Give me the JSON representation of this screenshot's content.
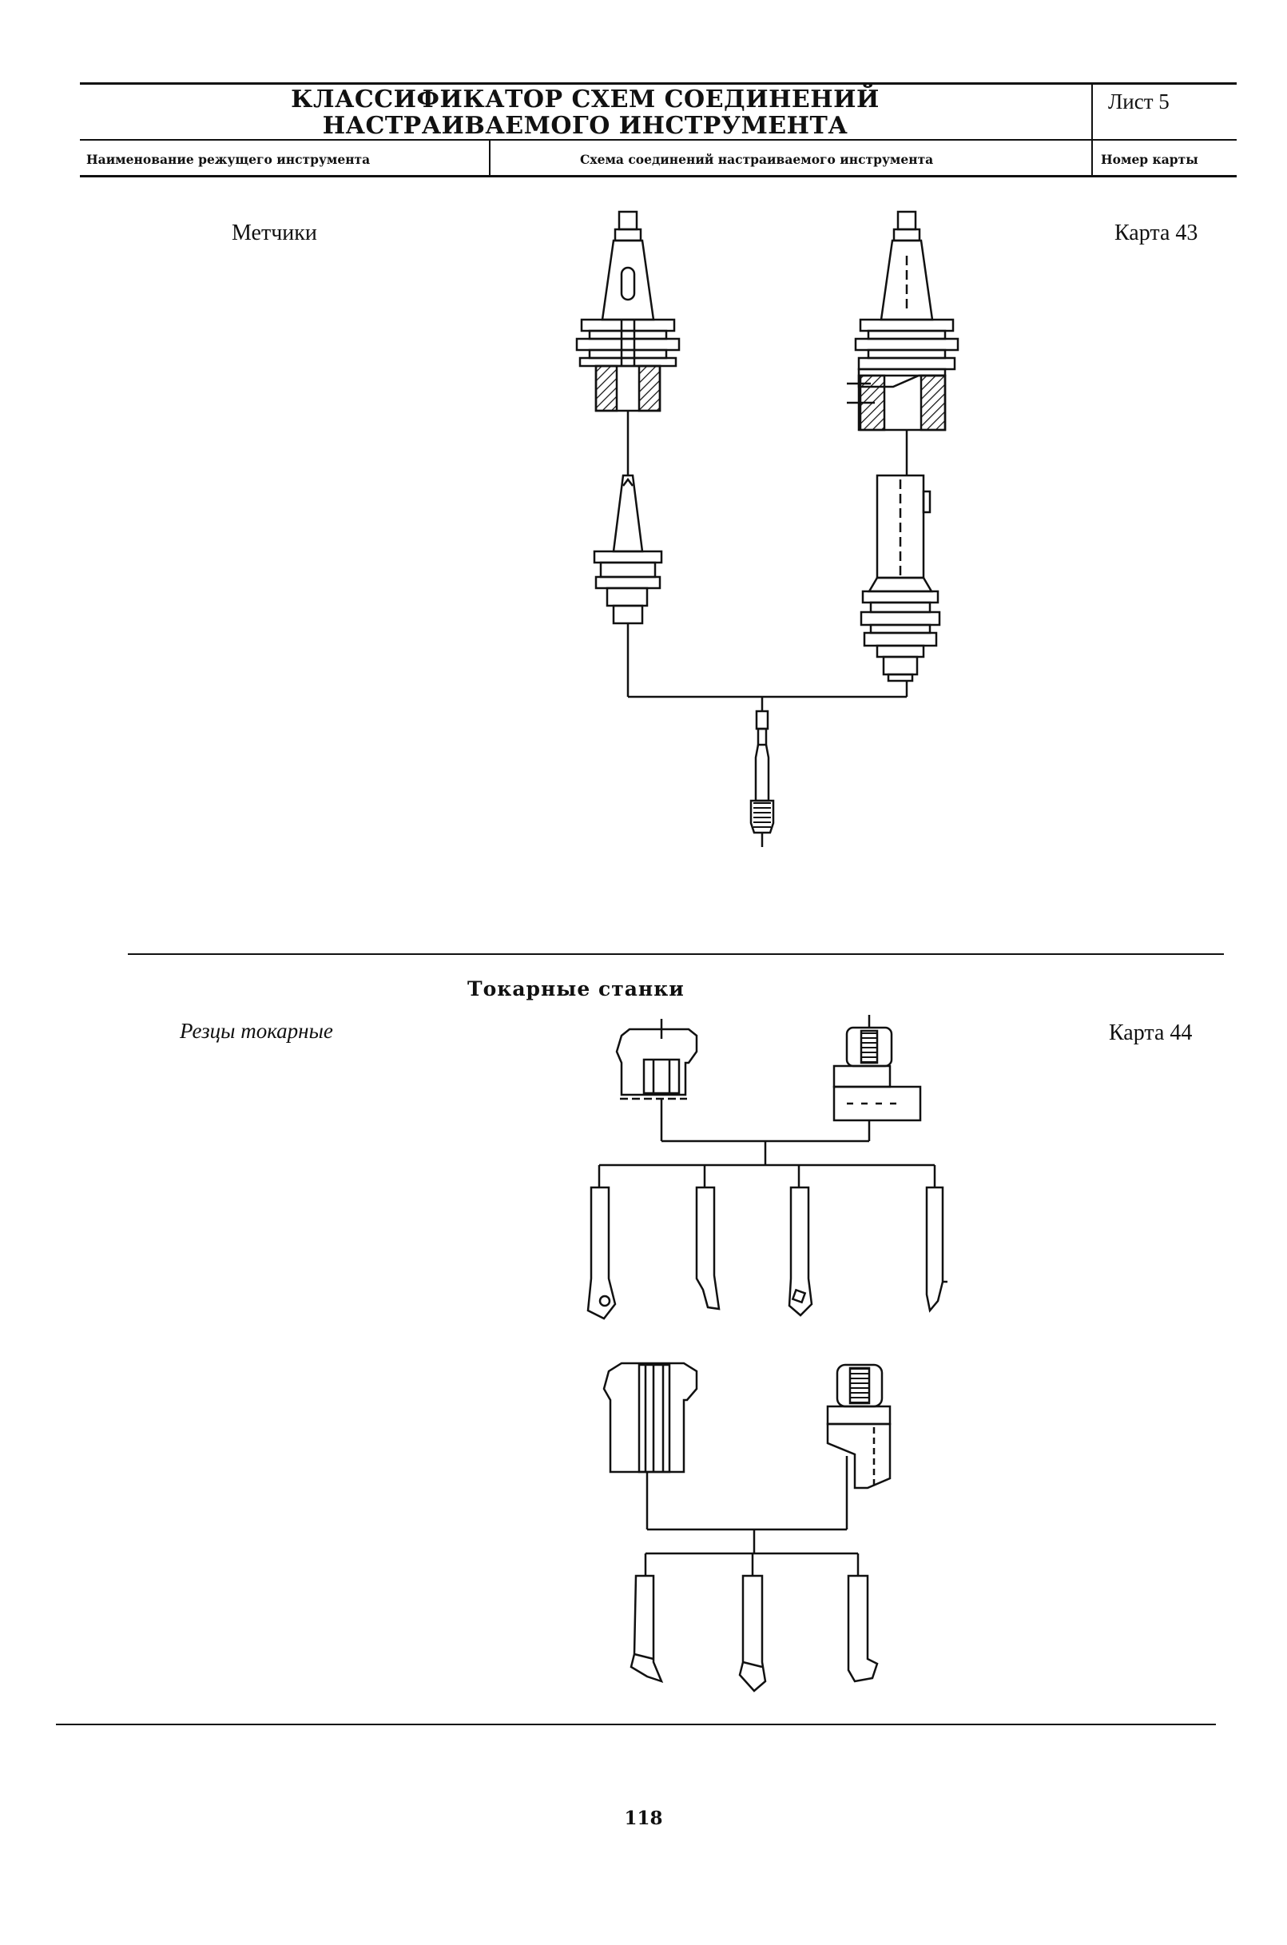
{
  "header": {
    "title_line1": "КЛАССИФИКАТОР СХЕМ СОЕДИНЕНИЙ",
    "title_line2": "НАСТРАИВАЕМОГО ИНСТРУМЕНТА",
    "sheet": "Лист 5",
    "col_tool_name": "Наименование режущего инструмента",
    "col_scheme": "Схема соединений настраиваемого инструмента",
    "col_card_no": "Номер карты"
  },
  "entries": [
    {
      "tool": "Метчики",
      "card": "Карта 43"
    },
    {
      "tool": "Резцы токарные",
      "card": "Карта 44"
    }
  ],
  "section_title": "Токарные станки",
  "page_number": "118"
}
